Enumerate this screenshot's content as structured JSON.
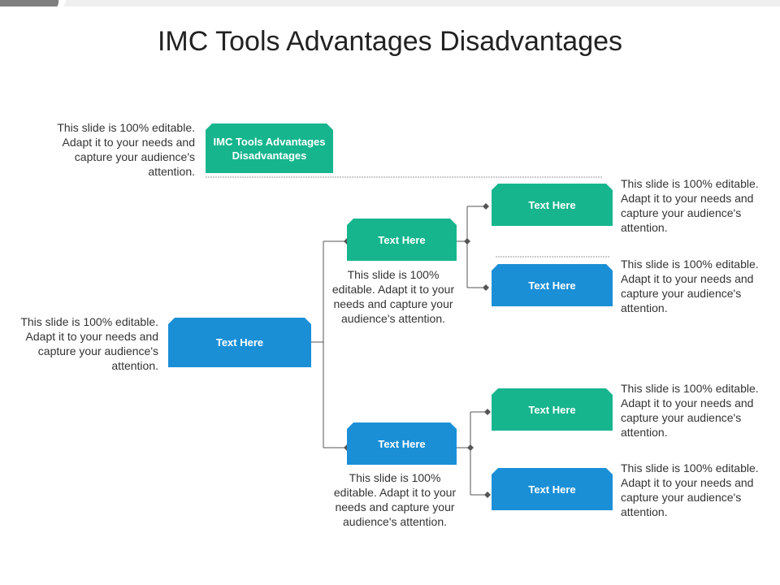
{
  "title": "IMC Tools Advantages Disadvantages",
  "header_box": {
    "label": "IMC Tools Advantages Disadvantages"
  },
  "root_box": {
    "label": "Text Here"
  },
  "mid_boxes": [
    {
      "label": "Text Here"
    },
    {
      "label": "Text Here"
    }
  ],
  "leaf_boxes": [
    {
      "label": "Text Here"
    },
    {
      "label": "Text Here"
    },
    {
      "label": "Text Here"
    },
    {
      "label": "Text Here"
    }
  ],
  "notes": {
    "header": "This slide is 100% editable. Adapt it to your needs and capture your audience's attention.",
    "root": "This slide is 100% editable. Adapt it to your needs and capture your audience's attention.",
    "mid_top": "This slide is 100% editable. Adapt it to your needs and capture your audience's attention.",
    "mid_bottom": "This slide is 100% editable. Adapt it to your needs and capture your audience's attention.",
    "leaf_1": "This slide is 100% editable. Adapt it to your needs and capture your audience's attention.",
    "leaf_2": "This slide is 100% editable. Adapt it to your needs and capture your audience's attention.",
    "leaf_3": "This slide is 100% editable. Adapt it to your needs and capture your audience's attention.",
    "leaf_4": "This slide is 100% editable. Adapt it to your needs and capture your audience's attention."
  },
  "colors": {
    "green": "#16b58e",
    "blue": "#1a8fd6"
  }
}
